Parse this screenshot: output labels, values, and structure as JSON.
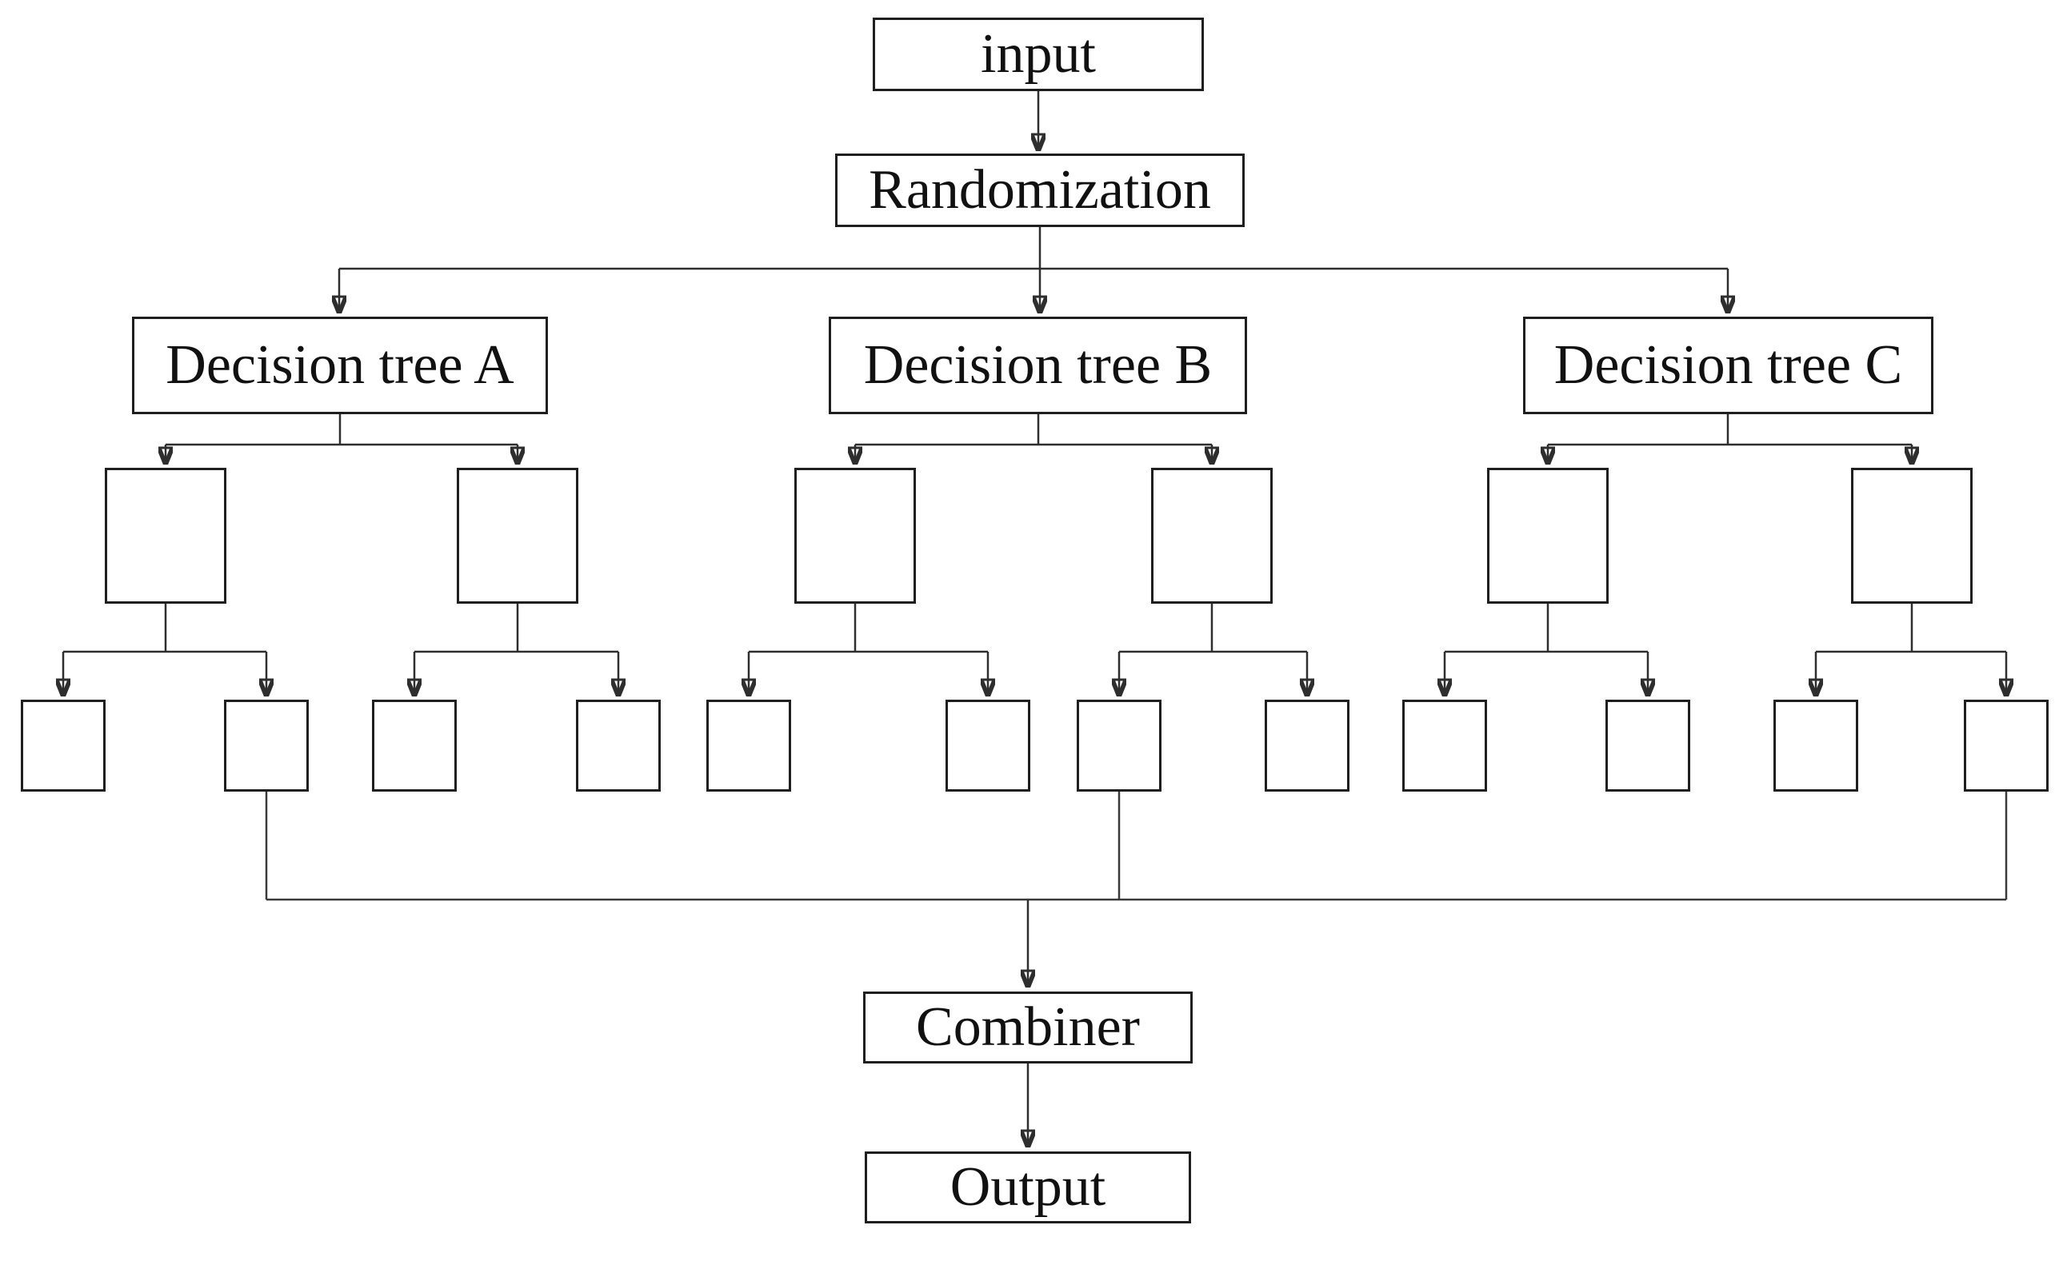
{
  "figure": {
    "background": "#ffffff",
    "box_fill": "#ffffff",
    "box_border_color": "#1f1f1f",
    "line_color": "#2e2e2e",
    "text_color": "#111111"
  },
  "diagram": {
    "type": "flowchart",
    "nodes": {
      "input": {
        "label": "input"
      },
      "randomization": {
        "label": "Randomization"
      },
      "tree_a": {
        "label": "Decision tree A"
      },
      "tree_b": {
        "label": "Decision tree B"
      },
      "tree_c": {
        "label": "Decision tree C"
      },
      "combiner": {
        "label": "Combiner"
      },
      "output": {
        "label": "Output"
      }
    },
    "unlabeled_nodes": {
      "tree_a": {
        "internal_nodes": 2,
        "leaf_nodes": 4
      },
      "tree_b": {
        "internal_nodes": 2,
        "leaf_nodes": 4
      },
      "tree_c": {
        "internal_nodes": 2,
        "leaf_nodes": 4
      }
    },
    "edges": [
      {
        "from": "input",
        "to": "randomization"
      },
      {
        "from": "randomization",
        "to": "tree_a"
      },
      {
        "from": "randomization",
        "to": "tree_b"
      },
      {
        "from": "randomization",
        "to": "tree_c"
      },
      {
        "from": "tree_a",
        "to": "a_internal_1"
      },
      {
        "from": "tree_a",
        "to": "a_internal_2"
      },
      {
        "from": "a_internal_1",
        "to": "a_leaf_1"
      },
      {
        "from": "a_internal_1",
        "to": "a_leaf_2"
      },
      {
        "from": "a_internal_2",
        "to": "a_leaf_3"
      },
      {
        "from": "a_internal_2",
        "to": "a_leaf_4"
      },
      {
        "from": "tree_b",
        "to": "b_internal_1"
      },
      {
        "from": "tree_b",
        "to": "b_internal_2"
      },
      {
        "from": "b_internal_1",
        "to": "b_leaf_1"
      },
      {
        "from": "b_internal_1",
        "to": "b_leaf_2"
      },
      {
        "from": "b_internal_2",
        "to": "b_leaf_3"
      },
      {
        "from": "b_internal_2",
        "to": "b_leaf_4"
      },
      {
        "from": "tree_c",
        "to": "c_internal_1"
      },
      {
        "from": "tree_c",
        "to": "c_internal_2"
      },
      {
        "from": "c_internal_1",
        "to": "c_leaf_1"
      },
      {
        "from": "c_internal_1",
        "to": "c_leaf_2"
      },
      {
        "from": "c_internal_2",
        "to": "c_leaf_3"
      },
      {
        "from": "c_internal_2",
        "to": "c_leaf_4"
      },
      {
        "from": "a_leaf_2",
        "to": "combiner"
      },
      {
        "from": "b_leaf_3",
        "to": "combiner"
      },
      {
        "from": "c_leaf_4",
        "to": "combiner"
      },
      {
        "from": "combiner",
        "to": "output"
      }
    ]
  }
}
